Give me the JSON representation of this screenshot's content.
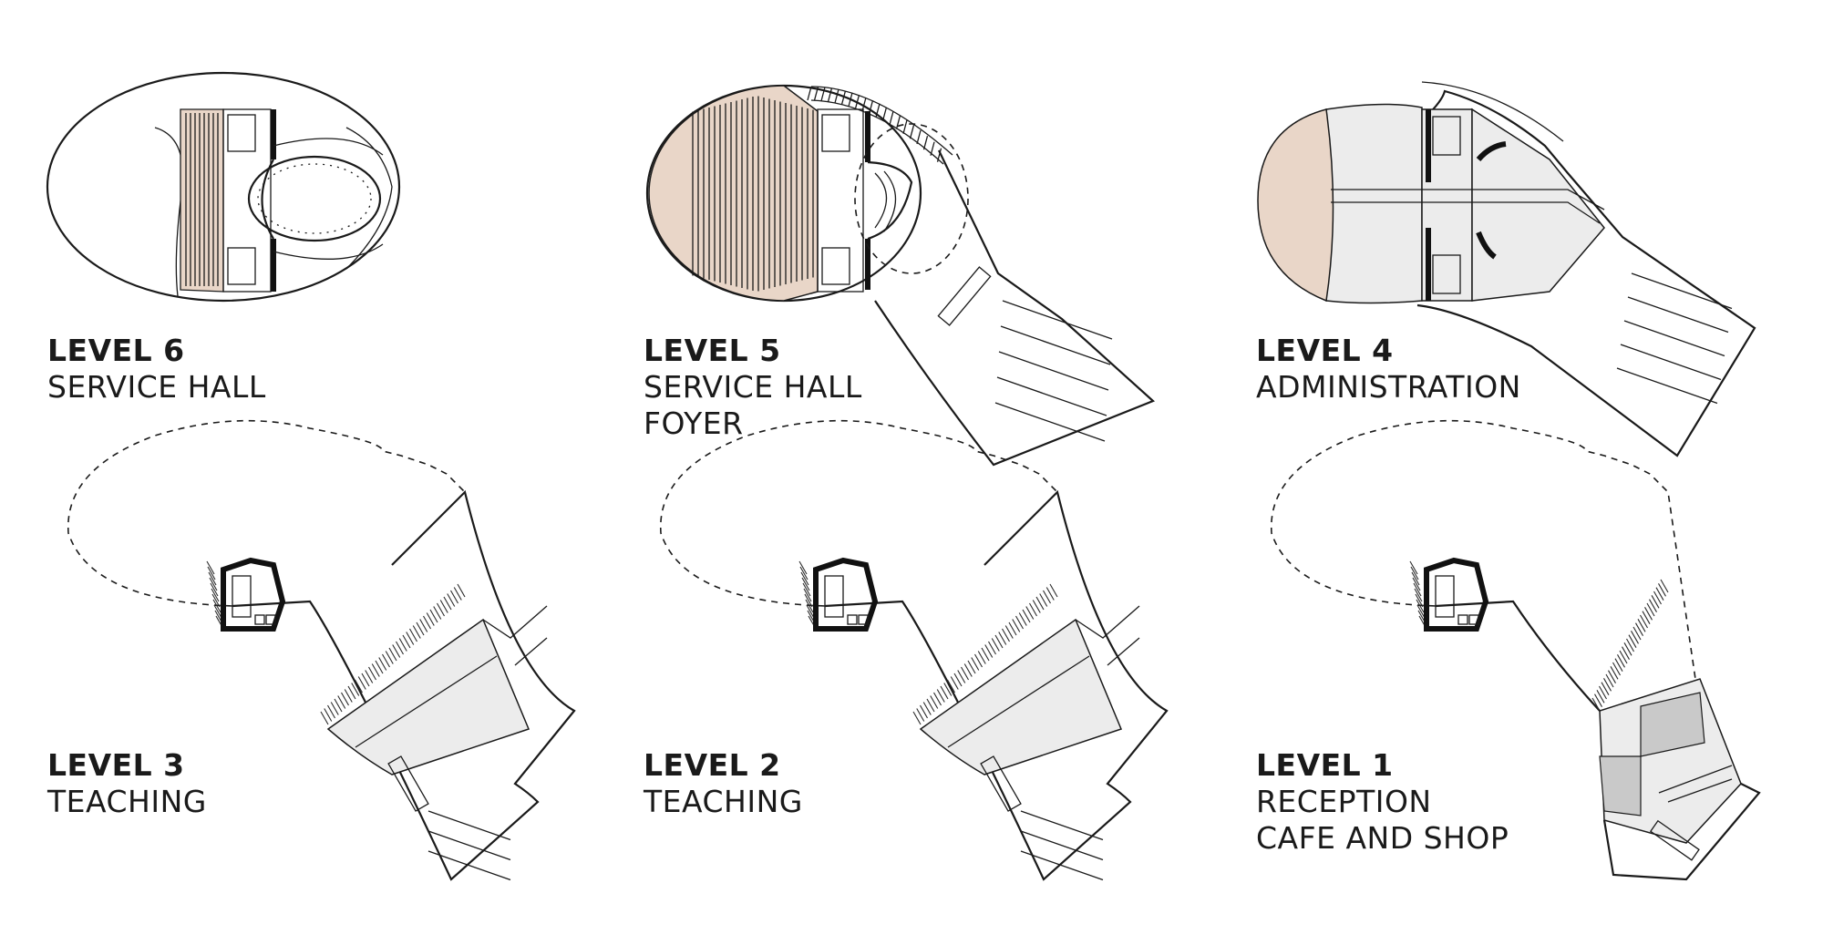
{
  "levels": [
    {
      "level": "LEVEL 6",
      "functions": [
        "SERVICE HALL"
      ]
    },
    {
      "level": "LEVEL 5",
      "functions": [
        "SERVICE HALL",
        "FOYER"
      ]
    },
    {
      "level": "LEVEL 4",
      "functions": [
        "ADMINISTRATION"
      ]
    },
    {
      "level": "LEVEL 3",
      "functions": [
        "TEACHING"
      ]
    },
    {
      "level": "LEVEL 2",
      "functions": [
        "TEACHING"
      ]
    },
    {
      "level": "LEVEL 1",
      "functions": [
        "RECEPTION",
        "CAFE AND SHOP"
      ]
    }
  ],
  "colors": {
    "hall_fill": "#e9d6c8",
    "room_fill": "#ececec",
    "dark_room_fill": "#c9c9c9",
    "line": "#1a1a1a"
  },
  "icons": [
    "staircase-icon",
    "toilet-icon",
    "hatch-wall-icon"
  ]
}
